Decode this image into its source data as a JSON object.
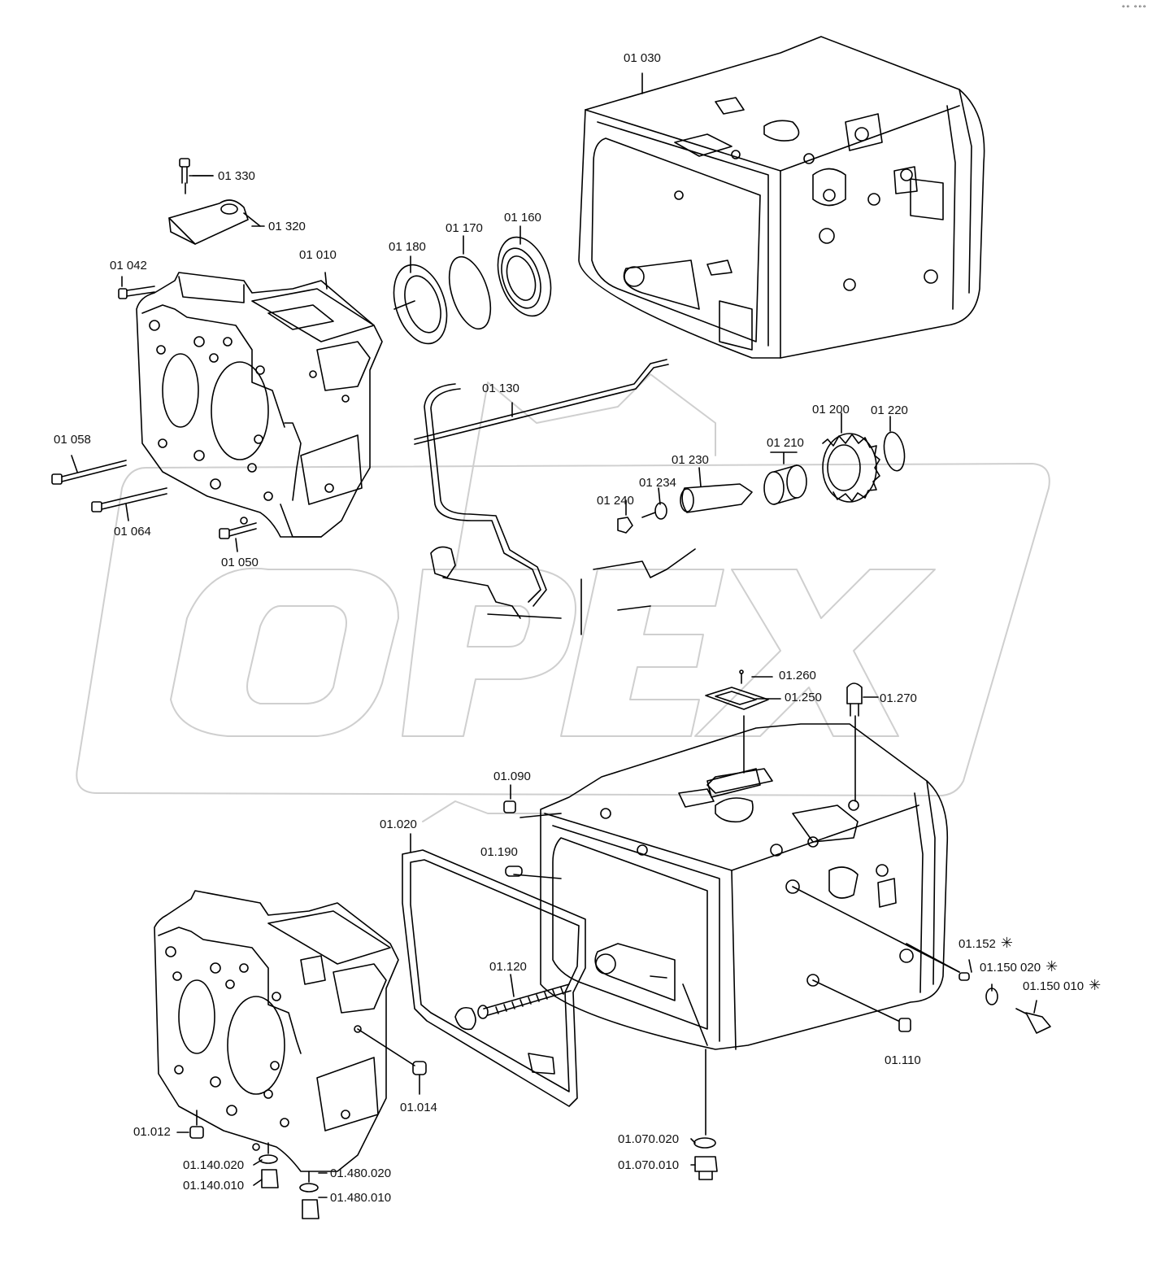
{
  "watermark": {
    "text": "OPEX"
  },
  "corner_mark": "°° °°°",
  "labels": {
    "l01330": "01 330",
    "l01320": "01 320",
    "l01042": "01 042",
    "l01010": "01 010",
    "l01180": "01 180",
    "l01170": "01 170",
    "l01160": "01 160",
    "l01030": "01 030",
    "l01058": "01 058",
    "l01064": "01 064",
    "l01050": "01 050",
    "l01130": "01 130",
    "l01200": "01 200",
    "l01220": "01 220",
    "l01210": "01 210",
    "l01230": "01 230",
    "l01234": "01 234",
    "l01240": "01 240",
    "l01260": "01.260",
    "l01250": "01.250",
    "l01270": "01.270",
    "l01090": "01.090",
    "l01020": "01.020",
    "l01190": "01.190",
    "l01120": "01.120",
    "l01152": "01.152",
    "l01150020": "01.150 020",
    "l01150010": "01.150 010",
    "l01110": "01.110",
    "l01014": "01.014",
    "l01012": "01.012",
    "l01140020": "01.140.020",
    "l01140010": "01.140.010",
    "l01480020": "01.480.020",
    "l01480010": "01.480.010",
    "l01070020": "01.070.020",
    "l01070010": "01.070.010"
  },
  "asterisk": "✳"
}
